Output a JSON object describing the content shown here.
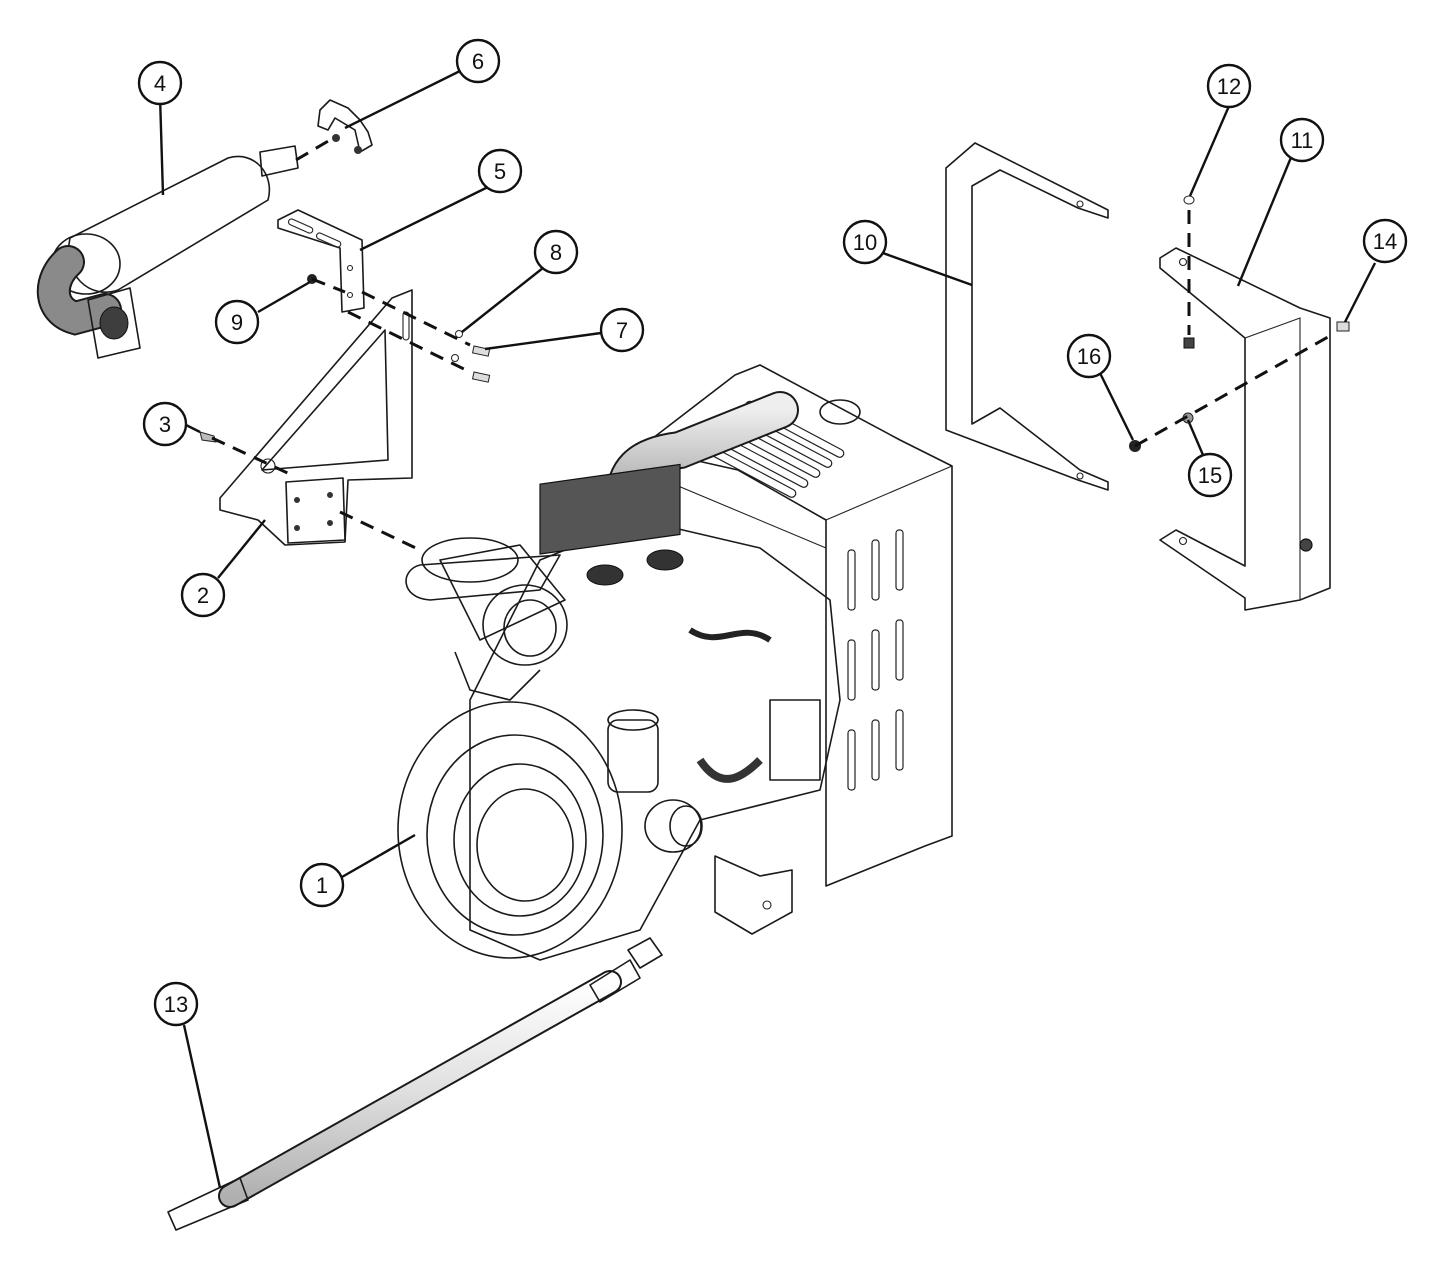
{
  "colors": {
    "dark_metal": "#6b6b6b",
    "mid_metal": "#9a9a9a",
    "light_metal": "#d9d9d9",
    "sheet": "#f4f4f4",
    "line": "#1a1a1a"
  },
  "balloons": [
    {
      "id": "1",
      "label": "1"
    },
    {
      "id": "2",
      "label": "2"
    },
    {
      "id": "3",
      "label": "3"
    },
    {
      "id": "4",
      "label": "4"
    },
    {
      "id": "5",
      "label": "5"
    },
    {
      "id": "6",
      "label": "6"
    },
    {
      "id": "7",
      "label": "7"
    },
    {
      "id": "8",
      "label": "8"
    },
    {
      "id": "9",
      "label": "9"
    },
    {
      "id": "10",
      "label": "10"
    },
    {
      "id": "11",
      "label": "11"
    },
    {
      "id": "12",
      "label": "12"
    },
    {
      "id": "13",
      "label": "13"
    },
    {
      "id": "14",
      "label": "14"
    },
    {
      "id": "15",
      "label": "15"
    },
    {
      "id": "16",
      "label": "16"
    }
  ]
}
